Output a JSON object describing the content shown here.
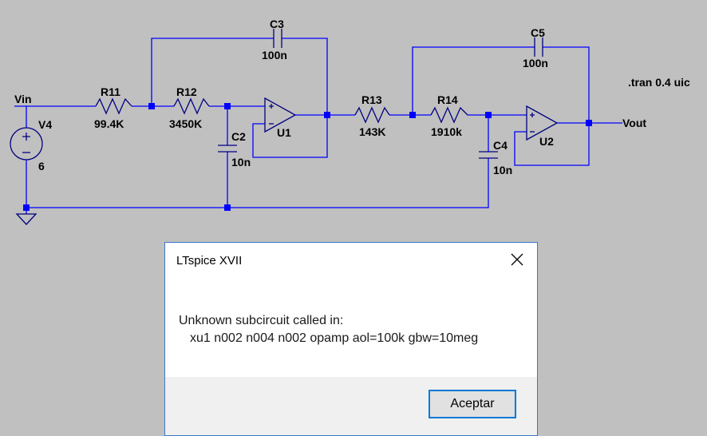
{
  "schematic": {
    "labels": {
      "vin": "Vin",
      "vout": "Vout",
      "v4_name": "V4",
      "v4_value": "6",
      "r11_name": "R11",
      "r11_value": "99.4K",
      "r12_name": "R12",
      "r12_value": "3450K",
      "c2_name": "C2",
      "c2_value": "10n",
      "c3_name": "C3",
      "c3_value": "100n",
      "u1_name": "U1",
      "r13_name": "R13",
      "r13_value": "143K",
      "r14_name": "R14",
      "r14_value": "1910k",
      "c4_name": "C4",
      "c4_value": "10n",
      "c5_name": "C5",
      "c5_value": "100n",
      "u2_name": "U2",
      "directive": ".tran 0.4 uic"
    }
  },
  "dialog": {
    "title": "LTspice XVII",
    "message_line1": "Unknown subcircuit called in:",
    "message_line2": "xu1 n002 n004 n002 opamp aol=100k gbw=10meg",
    "ok_label": "Aceptar"
  },
  "colors": {
    "background": "#c0c0c0",
    "wire": "#0000ff",
    "component": "#000080",
    "dialog_border": "#3a78c9",
    "button_focus": "#0078d7"
  }
}
